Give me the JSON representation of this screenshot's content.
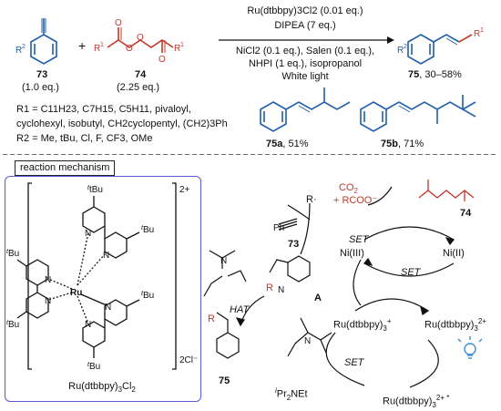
{
  "colors": {
    "structure": "#1f5fa8",
    "reagent": "#c0392b",
    "frame": "#5b5bd6",
    "bulb": "#3a8fd6"
  },
  "scheme": {
    "cmpd_73": "73",
    "cmpd_73_eq": "(1.0 eq.)",
    "plus": "+",
    "cmpd_74": "74",
    "cmpd_74_eq": "(2.25 eq.)",
    "conditions": [
      "Ru(dtbbpy)3Cl2 (0.01 eq.)",
      "DIPEA (7 eq.)",
      "NiCl2 (0.1 eq.), Salen (0.1 eq.),",
      "NHPI (1 eq.), isopropanol",
      "White light"
    ],
    "product": "75",
    "product_yield": ", 30–58%",
    "r1_line1": "R1 = C11H23, C7H15, C5H11, pivaloyl,",
    "r1_line2": "cyclohexyl, isobutyl, CH2cyclopentyl, (CH2)3Ph",
    "r2_line": "R2 = Me, tBu, Cl, F, CF3, OMe",
    "example_a": "75a",
    "example_a_yield": ", 51%",
    "example_b": "75b",
    "example_b_yield": ", 71%"
  },
  "mechanism": {
    "title": "reaction mechanism",
    "catalyst_charge": "2+",
    "catalyst_counterion": "2Cl⁻",
    "catalyst_name": "Ru(dtbbpy)3Cl2",
    "tBu": "tBu",
    "N": "N",
    "Ru": "Ru",
    "radical": "R·",
    "co2": "CO2",
    "carboxylate": "+ RCOO⁻",
    "label_74": "74",
    "label_73": "73",
    "label_A": "A",
    "label_75": "75",
    "nickel_3": "Ni(III)",
    "nickel_2": "Ni(II)",
    "set": "SET",
    "hat": "HAT",
    "ru_plus": "Ru(dtbbpy)3+",
    "ru_2plus": "Ru(dtbbpy)32+",
    "ru_2plus_star": "Ru(dtbbpy)32+ *",
    "dipea": "iPr2NEt",
    "ph": "Ph"
  }
}
